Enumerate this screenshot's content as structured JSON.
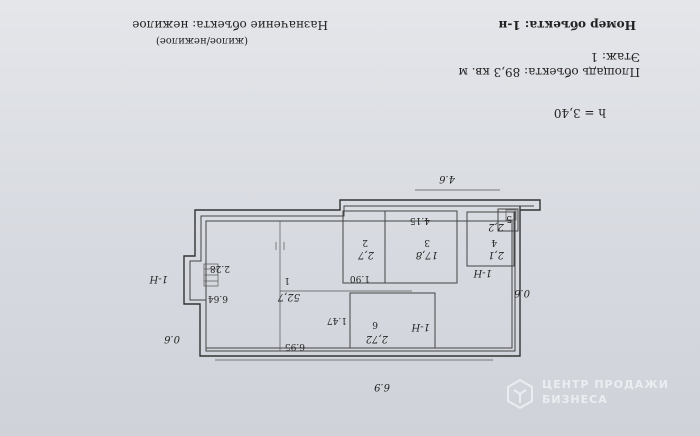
{
  "header": {
    "object_number_label": "Номер объекта: 1-н",
    "purpose_label": "Назначение объекта: нежилое",
    "purpose_hint": "(жилое/нежилое)",
    "floor_label": "Этаж: 1",
    "area_label": "Площадь объекта: 89,3 кв. м",
    "height_label": "h = 3,40"
  },
  "plan": {
    "dim_top_left": "6.9",
    "dim_top_right": "4.6",
    "dim_right": "0.6",
    "dim_left": "0.6",
    "marker_right": "1-Н",
    "marker_left": "1-Н",
    "marker_small": "1-Н",
    "room1_num": "1",
    "room1_area": "52,7",
    "room1_width": "6.95",
    "room2_num": "2",
    "room2_area": "2,7",
    "room3_num": "3",
    "room3_area": "17,8",
    "room4_num": "4",
    "room4_area": "2,1",
    "room5_num": "5",
    "room5_area": "2,2",
    "room6_num": "6",
    "room6_area": "2,72",
    "dim_415": "4.15",
    "dim_190": "1.90",
    "dim_664": "6.64",
    "dim_228": "2.28",
    "dim_147": "1.47"
  },
  "watermark": {
    "line1": "ЦЕНТР ПРОДАЖИ",
    "line2": "БИЗНЕСА"
  }
}
